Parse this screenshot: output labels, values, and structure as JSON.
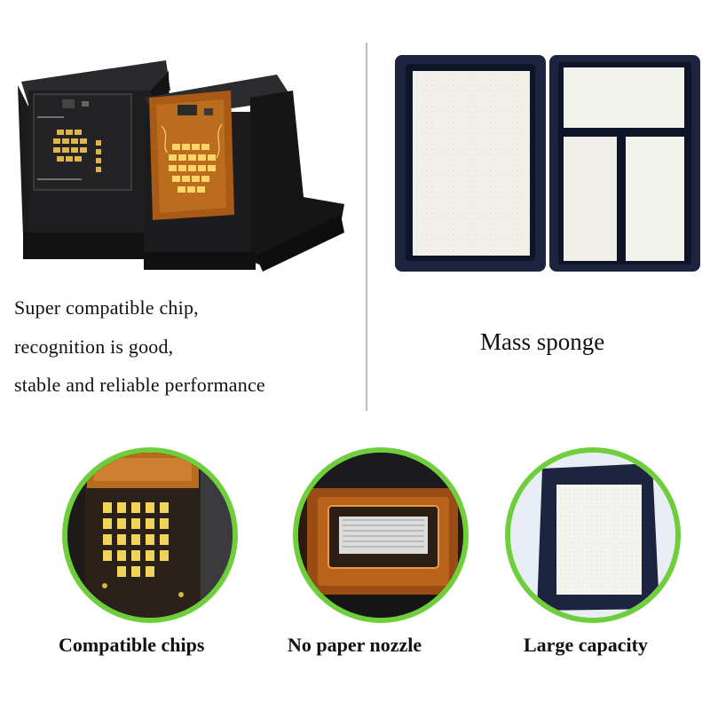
{
  "top_left": {
    "caption_lines": [
      "Super compatible chip,",
      "recognition is good,",
      "stable and reliable performance"
    ]
  },
  "top_right": {
    "caption": "Mass sponge"
  },
  "features": [
    {
      "label": "Compatible chips"
    },
    {
      "label": "No paper nozzle"
    },
    {
      "label": "Large capacity"
    }
  ],
  "colors": {
    "ring_green": "#6fce3b",
    "cartridge_black": "#1b1b1d",
    "chip_copper": "#b5651d",
    "contact_gold": "#e8c24a",
    "sponge_white": "#f2f2ee",
    "tray_navy": "#1c2440"
  }
}
